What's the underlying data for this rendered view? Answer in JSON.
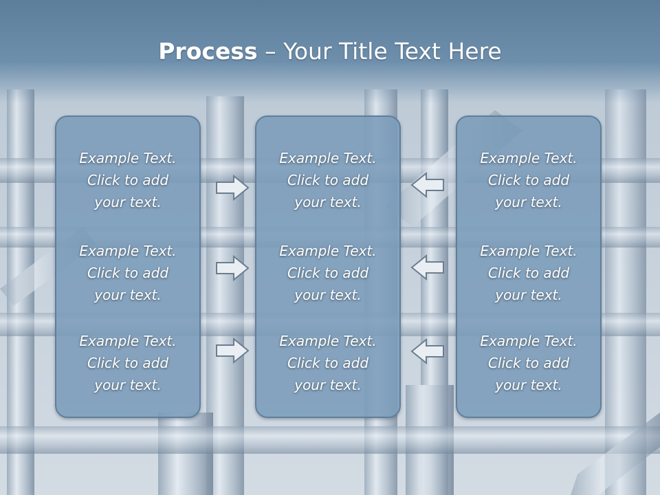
{
  "slide": {
    "title_bold": "Process",
    "title_rest": " – Your Title Text Here"
  },
  "columns": [
    {
      "items": [
        "Example Text.\nClick  to add\nyour text.",
        "Example Text.\nClick  to add\nyour text.",
        "Example Text.\nClick  to add\nyour text."
      ]
    },
    {
      "items": [
        "Example Text.\nClick  to add\nyour text.",
        "Example Text.\nClick  to add\nyour text.",
        "Example Text.\nClick  to add\nyour text."
      ]
    },
    {
      "items": [
        "Example Text.\nClick  to add\nyour text.",
        "Example Text.\nClick  to add\nyour text.",
        "Example Text.\nClick  to add\nyour text."
      ]
    }
  ],
  "arrows": {
    "left_to_middle": [
      "right-arrow-icon",
      "right-arrow-icon",
      "right-arrow-icon"
    ],
    "right_to_middle": [
      "left-arrow-icon",
      "left-arrow-icon",
      "left-arrow-icon"
    ]
  },
  "colors": {
    "title_band": "#5c7e9b",
    "box_fill": "#7b9cba",
    "box_border": "#5f7e9b",
    "arrow_fill": "#e9eef3",
    "arrow_stroke": "#6b7d8e"
  }
}
